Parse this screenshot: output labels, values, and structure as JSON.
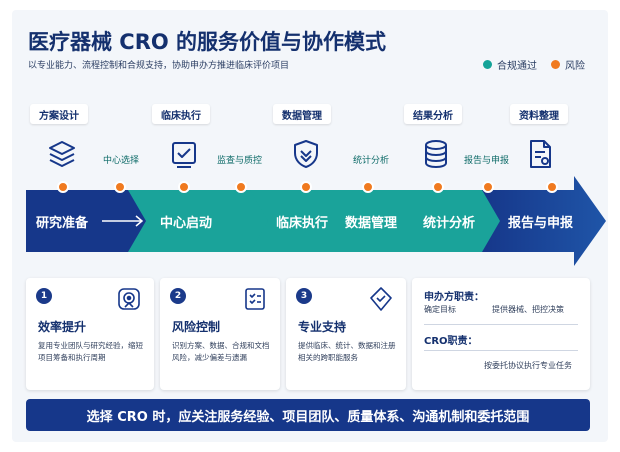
{
  "header": {
    "title": "医疗器械 CRO 的服务价值与协作模式",
    "subtitle": "以专业能力、流程控制和合规支持，协助申办方推进临床评价项目"
  },
  "legend": [
    {
      "label": "合规通过",
      "color": "#14a398"
    },
    {
      "label": "风险",
      "color": "#f07a1f"
    }
  ],
  "steps": [
    {
      "label": "方案设计",
      "icon": "layers-icon"
    },
    {
      "label": "临床执行",
      "icon": "checklist-icon"
    },
    {
      "label": "数据管理",
      "icon": "shield-icon"
    },
    {
      "label": "结果分析",
      "icon": "database-icon"
    },
    {
      "label": "资料整理",
      "icon": "document-icon"
    }
  ],
  "checkpoints": [
    "中心选择",
    "监查与质控",
    "统计分析",
    "报告与申报"
  ],
  "flow": {
    "stages": [
      "研究准备",
      "中心启动",
      "临床执行",
      "数据管理",
      "统计分析",
      "报告与申报"
    ],
    "colors": {
      "navy": "#16378a",
      "teal": "#1aa39a",
      "orange": "#f07a1f"
    }
  },
  "cards": [
    {
      "num": "1",
      "title": "效率提升",
      "desc": "复用专业团队与研究经验，缩短项目筹备和执行周期",
      "icon": "target-icon"
    },
    {
      "num": "2",
      "title": "风险控制",
      "desc": "识别方案、数据、合规和文档风险，减少偏差与遗漏",
      "icon": "checklist-icon"
    },
    {
      "num": "3",
      "title": "专业支持",
      "desc": "提供临床、统计、数据和注册相关的跨职能服务",
      "icon": "shield-check-icon"
    }
  ],
  "responsibilities": {
    "sponsor_title": "申办方职责：",
    "sponsor_left": "确定目标",
    "sponsor_right": "提供器械、把控决策",
    "cro_title": "CRO职责：",
    "cro_right": "按委托协议执行专业任务"
  },
  "banner": "选择 CRO 时，应关注服务经验、项目团队、质量体系、沟通机制和委托范围"
}
